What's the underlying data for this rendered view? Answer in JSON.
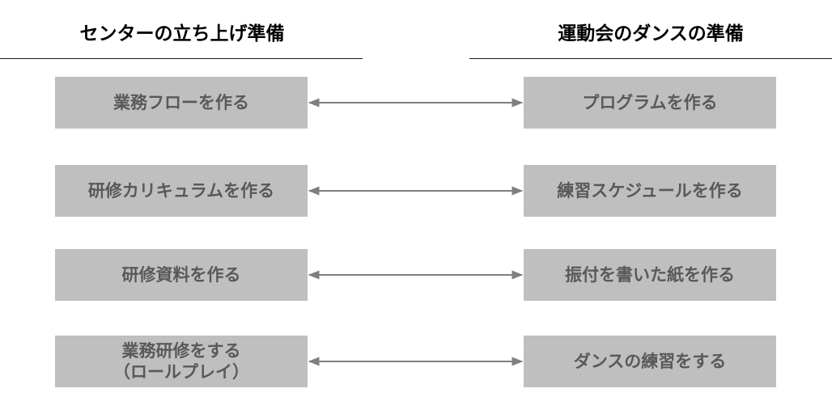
{
  "headings": {
    "left": "センターの立ち上げ準備",
    "right": "運動会のダンスの準備"
  },
  "rows": [
    {
      "left": [
        "業務フローを作る"
      ],
      "right": [
        "プログラムを作る"
      ]
    },
    {
      "left": [
        "研修カリキュラムを作る"
      ],
      "right": [
        "練習スケジュールを作る"
      ]
    },
    {
      "left": [
        "研修資料を作る"
      ],
      "right": [
        "振付を書いた紙を作る"
      ]
    },
    {
      "left": [
        "業務研修をする",
        "（ロールプレイ）"
      ],
      "right": [
        "ダンスの練習をする"
      ]
    }
  ],
  "colors": {
    "box_fill": "#bfbfbf",
    "box_text": "#595959",
    "arrow": "#7f7f7f",
    "heading_text": "#000000"
  }
}
